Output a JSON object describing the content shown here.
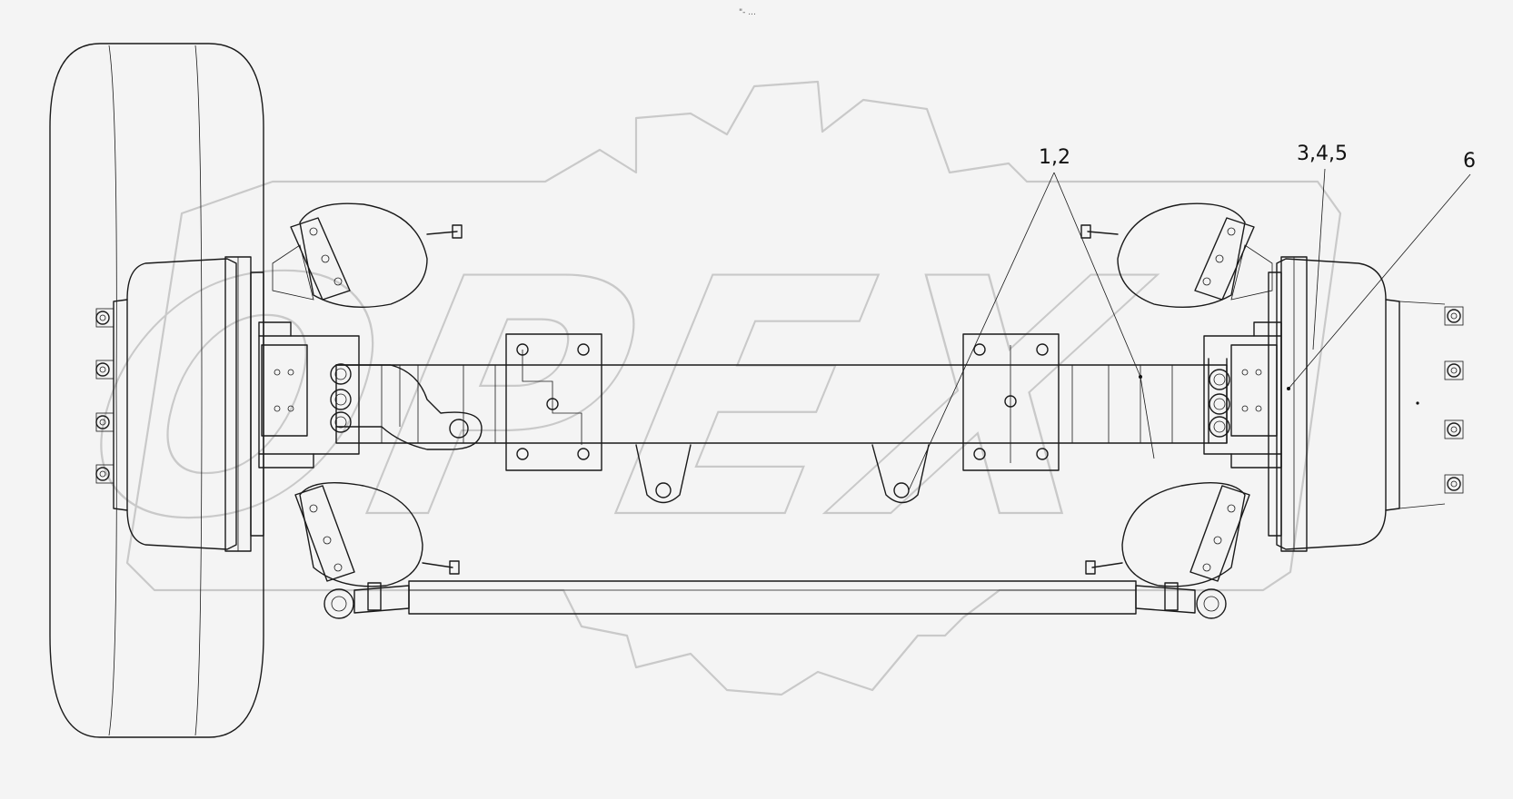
{
  "header": {
    "mark": "\"- ..."
  },
  "callouts": {
    "c1": "1,2",
    "c2": "3,4,5",
    "c3": "6"
  },
  "watermark": {
    "text": "OPEX"
  }
}
